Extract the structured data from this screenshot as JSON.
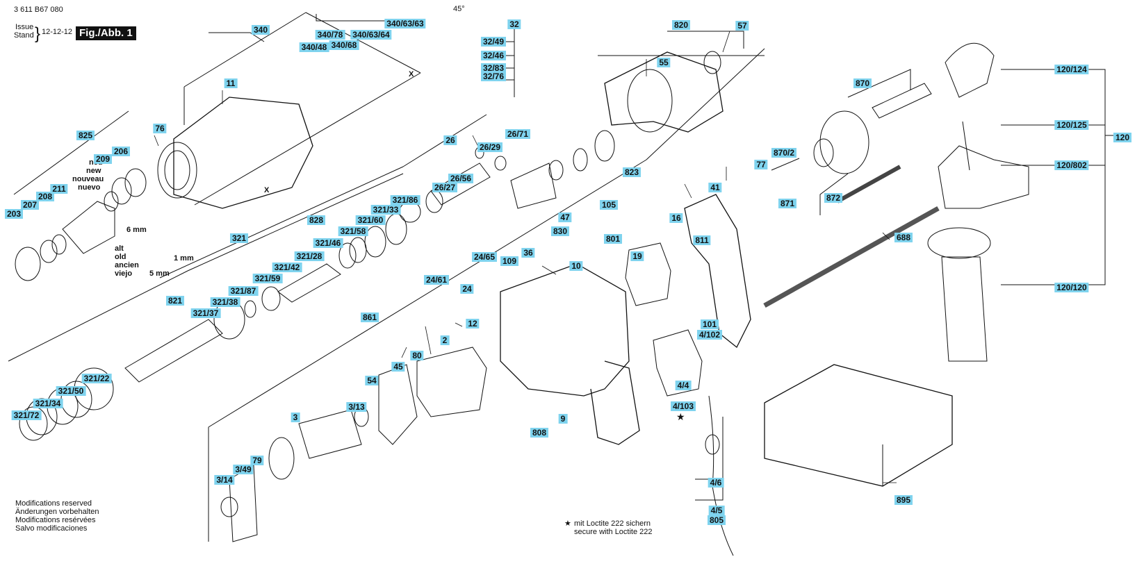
{
  "header": {
    "doc_number": "3 611 B67 080",
    "issue_label": "Issue",
    "stand_label": "Stand",
    "date": "12-12-12",
    "figure_label": "Fig./Abb. 1"
  },
  "angle_text": "45°",
  "notes": {
    "modifications": [
      "Modifications reserved",
      "Änderungen vorbehalten",
      "Modifications resérvées",
      "Salvo modificaciones"
    ],
    "loctite": [
      "mit Loctite 222 sichern",
      "secure with Loctite 222"
    ],
    "star_symbol": "★",
    "x_symbol": "X"
  },
  "variants": {
    "new": [
      "neu",
      "new",
      "nouveau",
      "nuevo"
    ],
    "old": [
      "alt",
      "old",
      "ancien",
      "viejo"
    ],
    "dims": [
      "6 mm",
      "5 mm",
      "1 mm"
    ]
  },
  "labels": [
    "340",
    "11",
    "825",
    "209",
    "206",
    "76",
    "203",
    "207",
    "208",
    "211",
    "340/78",
    "340/48",
    "340/68",
    "340/63/64",
    "340/63/63",
    "32",
    "32/49",
    "32/46",
    "32/83",
    "32/76",
    "820",
    "57",
    "55",
    "26",
    "26/71",
    "26/29",
    "26/56",
    "26/27",
    "828",
    "321/86",
    "321/33",
    "321/60",
    "321/58",
    "321/46",
    "321/28",
    "321/42",
    "321/59",
    "321/87",
    "321/38",
    "321/37",
    "821",
    "321",
    "321/22",
    "321/50",
    "321/34",
    "321/72",
    "823",
    "47",
    "105",
    "830",
    "36",
    "109",
    "24/65",
    "24/61",
    "24",
    "861",
    "801",
    "10",
    "19",
    "16",
    "811",
    "77",
    "41",
    "101",
    "4/102",
    "4/4",
    "4/103",
    "12",
    "2",
    "80",
    "45",
    "54",
    "3/13",
    "3",
    "79",
    "3/49",
    "3/14",
    "9",
    "808",
    "4/6",
    "4/5",
    "805",
    "870",
    "870/2",
    "871",
    "872",
    "688",
    "120/124",
    "120/125",
    "120",
    "120/802",
    "120/120",
    "895"
  ]
}
